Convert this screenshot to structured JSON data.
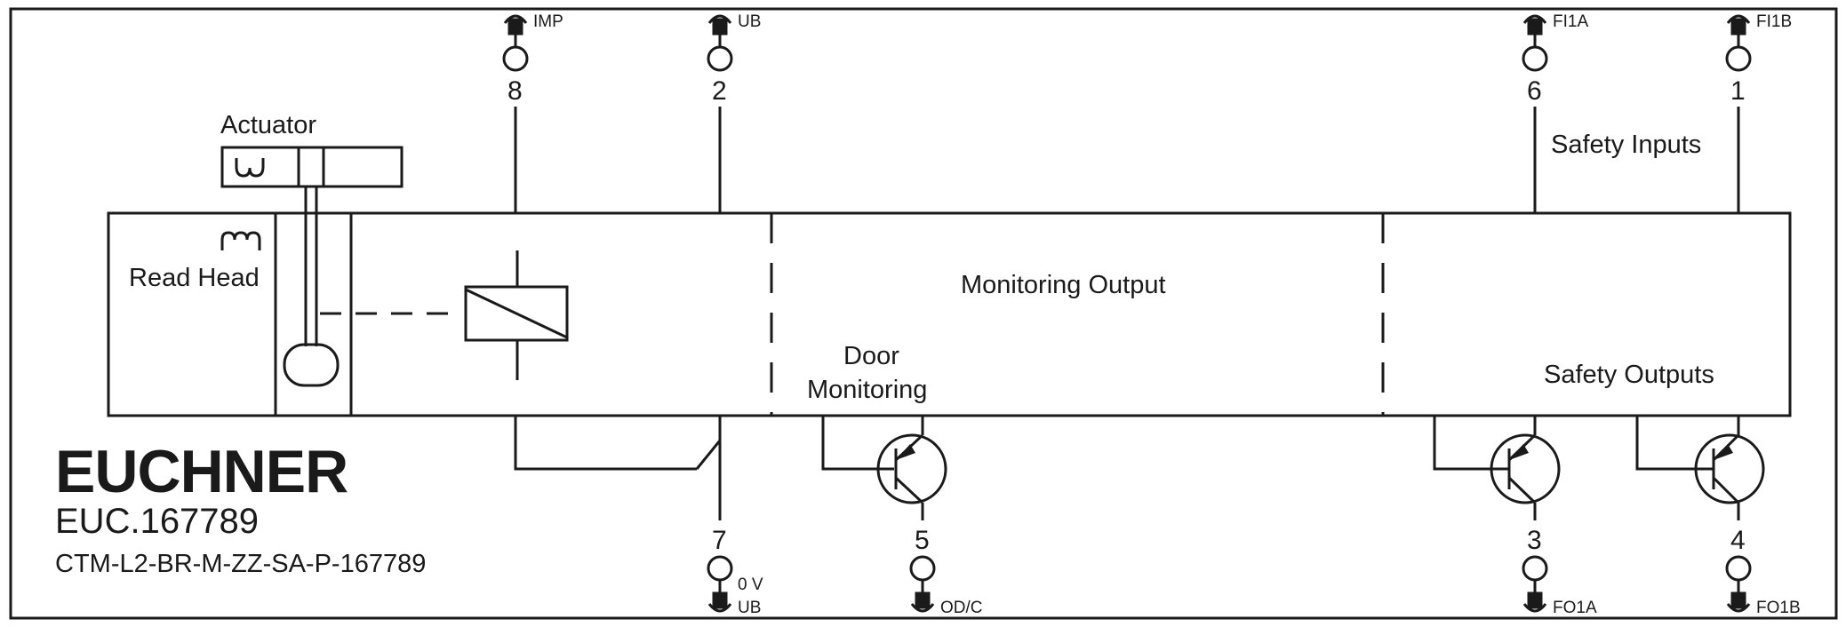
{
  "labels": {
    "actuator": "Actuator",
    "read_head": "Read Head",
    "monitoring_output": "Monitoring Output",
    "door_monitoring_1": "Door",
    "door_monitoring_2": "Monitoring",
    "safety_inputs": "Safety Inputs",
    "safety_outputs": "Safety Outputs"
  },
  "brand": {
    "name": "EUCHNER",
    "order_no": "EUC.167789",
    "type_code": "CTM-L2-BR-M-ZZ-SA-P-167789"
  },
  "terminals_top": [
    {
      "num": "8",
      "signal": "IMP"
    },
    {
      "num": "2",
      "signal": "UB"
    },
    {
      "num": "6",
      "signal": "FI1A"
    },
    {
      "num": "1",
      "signal": "FI1B"
    }
  ],
  "terminals_bottom": [
    {
      "num": "7",
      "signal_1": "0 V",
      "signal_2": "UB"
    },
    {
      "num": "5",
      "signal_1": "OD/C"
    },
    {
      "num": "3",
      "signal_1": "FO1A"
    },
    {
      "num": "4",
      "signal_1": "FO1B"
    }
  ]
}
